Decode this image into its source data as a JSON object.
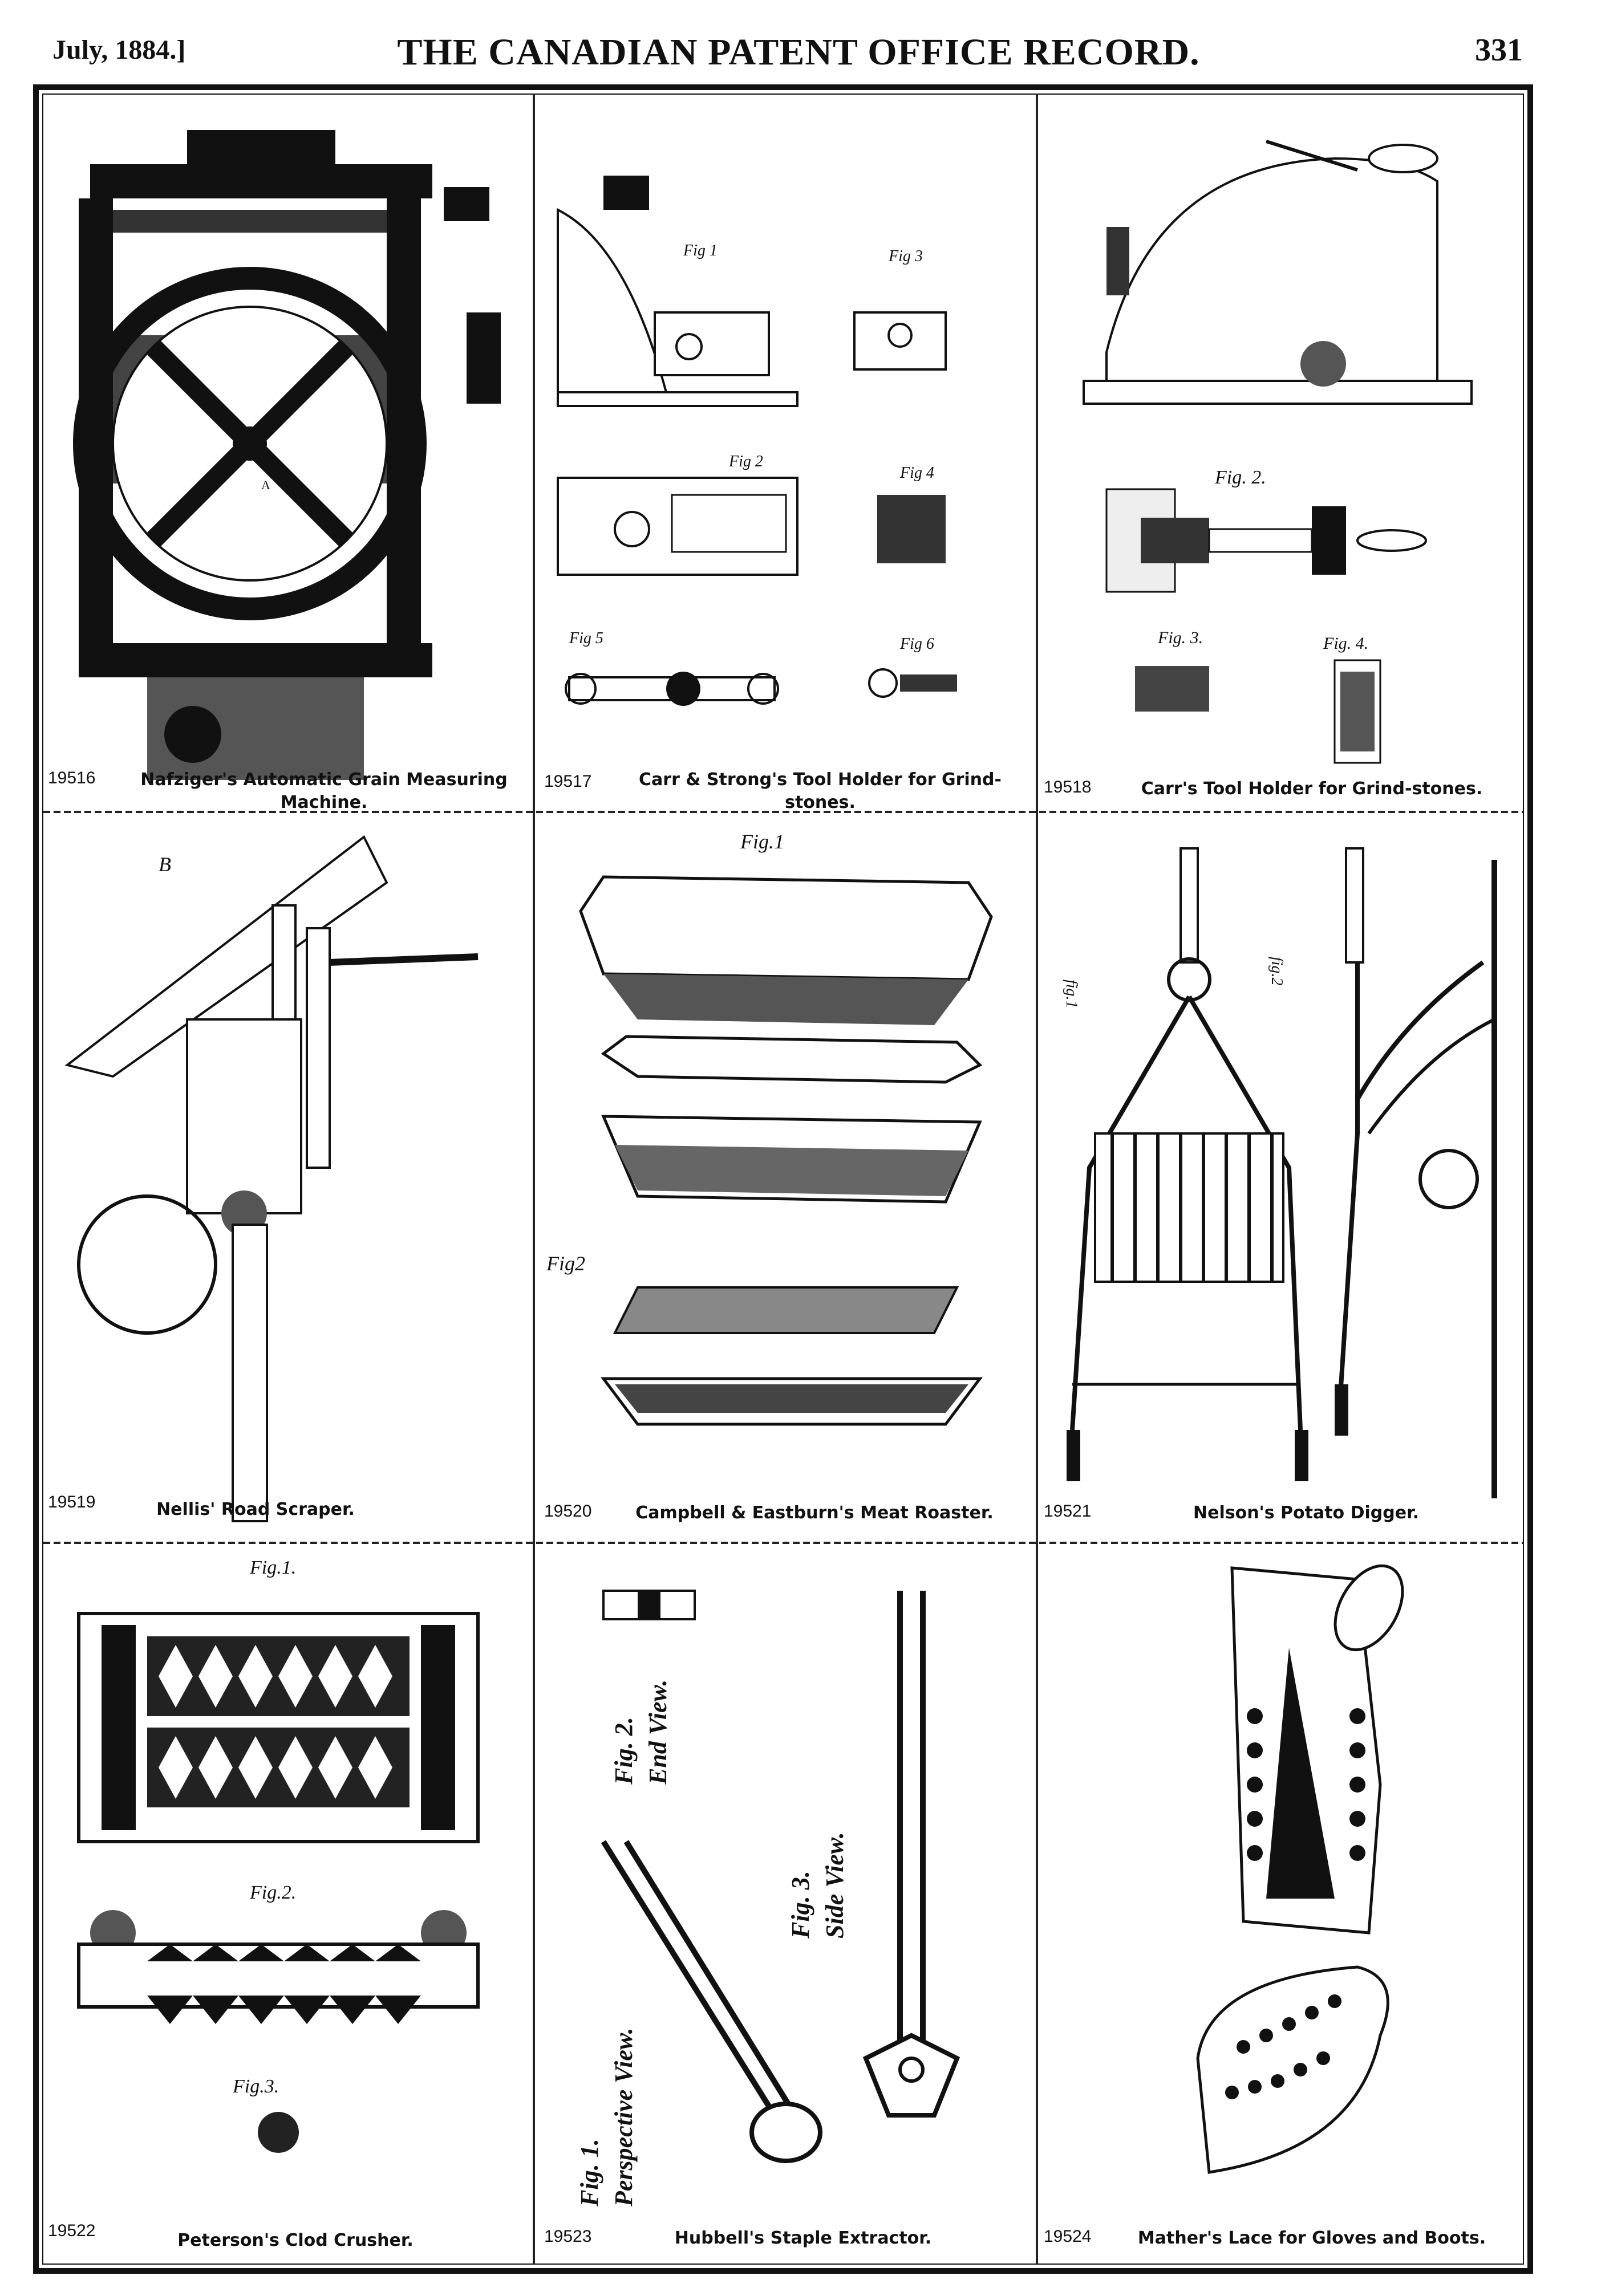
{
  "header": {
    "date": "July, 1884.]",
    "title": "THE CANADIAN PATENT OFFICE RECORD.",
    "page": "331"
  },
  "patents": [
    {
      "number": "19516",
      "title": "Nafziger's Automatic Grain Measuring Machine.",
      "figure": "grain-measuring-machine-drawing"
    },
    {
      "number": "19517",
      "title": "Carr & Strong's Tool Holder for Grind-stones.",
      "figure": "tool-holder-drawing",
      "fig_labels": [
        "Fig 1",
        "Fig 3",
        "Fig 2",
        "Fig 4",
        "Fig 5",
        "Fig 6"
      ]
    },
    {
      "number": "19518",
      "title": "Carr's Tool Holder for Grind-stones.",
      "figure": "grindstone-tool-holder-drawing",
      "fig_labels": [
        "Fig. 2.",
        "Fig. 3.",
        "Fig. 4."
      ]
    },
    {
      "number": "19519",
      "title": "Nellis' Road Scraper.",
      "figure": "road-scraper-drawing"
    },
    {
      "number": "19520",
      "title": "Campbell & Eastburn's Meat Roaster.",
      "figure": "meat-roaster-drawing",
      "fig_labels": [
        "Fig.1",
        "Fig.2"
      ]
    },
    {
      "number": "19521",
      "title": "Nelson's Potato Digger.",
      "figure": "potato-digger-drawing",
      "fig_labels": [
        "fig.1",
        "fig.2"
      ]
    },
    {
      "number": "19522",
      "title": "Peterson's Clod Crusher.",
      "figure": "clod-crusher-drawing",
      "fig_labels": [
        "Fig.1.",
        "Fig.2.",
        "Fig.3."
      ]
    },
    {
      "number": "19523",
      "title": "Hubbell's Staple Extractor.",
      "figure": "staple-extractor-drawing",
      "fig_labels": [
        "Fig. 1. Perspective View.",
        "Fig. 2. End View.",
        "Fig. 3. Side View."
      ]
    },
    {
      "number": "19524",
      "title": "Mather's Lace for Gloves and Boots.",
      "figure": "glove-lace-drawing"
    }
  ]
}
